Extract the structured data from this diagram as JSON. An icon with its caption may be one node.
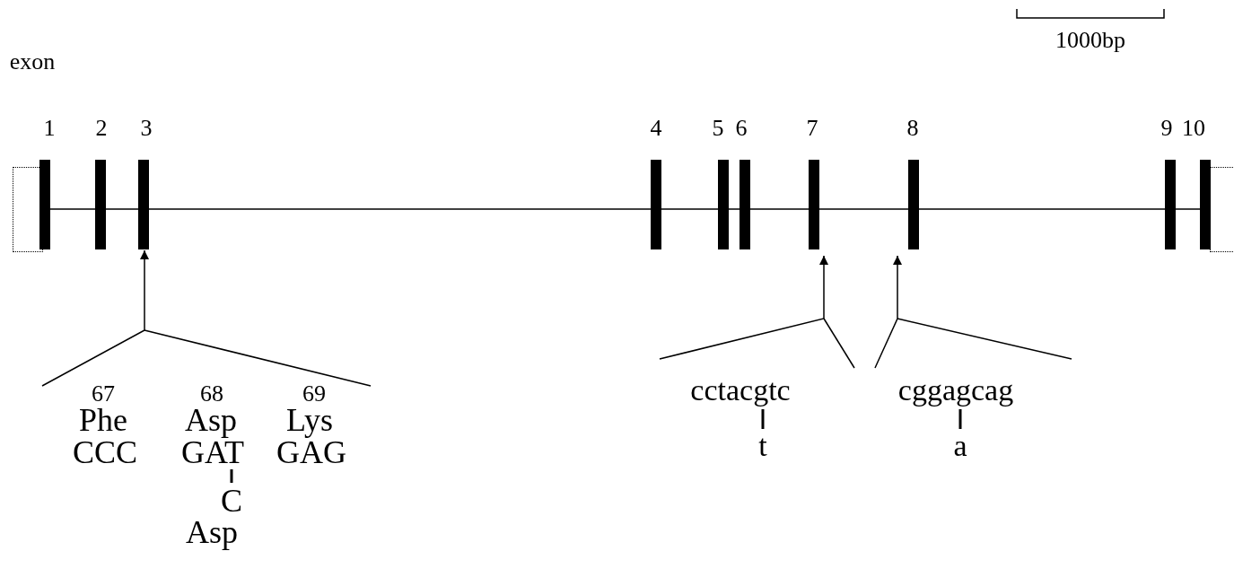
{
  "diagram": {
    "nodes": [
      {
        "text": [
          "1"
        ]
      },
      {
        "text": [
          "2"
        ]
      },
      {
        "text": [
          "3"
        ]
      },
      {
        "text": [
          "4"
        ]
      },
      {
        "text": [
          "5"
        ]
      },
      {
        "text": [
          "6"
        ]
      },
      {
        "text": [
          "7"
        ]
      },
      {
        "text": [
          "8"
        ]
      },
      {
        "text": [
          "9"
        ]
      },
      {
        "text": [
          "10"
        ]
      },
      {
        "text": [
          "67",
          "68",
          "69",
          "Phe",
          "Asp",
          "Lys",
          "CCC",
          "GAT",
          "GAG",
          "C",
          "Asp"
        ]
      },
      {
        "text": [
          "cctacgtc",
          "t"
        ]
      },
      {
        "text": [
          "cggagcag",
          "a"
        ]
      }
    ],
    "edges": [
      {
        "from": 0,
        "to": 1,
        "arrow": "none"
      },
      {
        "from": 1,
        "to": 2,
        "arrow": "none"
      },
      {
        "from": 2,
        "to": 3,
        "arrow": "none"
      },
      {
        "from": 3,
        "to": 4,
        "arrow": "none"
      },
      {
        "from": 4,
        "to": 5,
        "arrow": "none"
      },
      {
        "from": 5,
        "to": 6,
        "arrow": "none"
      },
      {
        "from": 6,
        "to": 7,
        "arrow": "none"
      },
      {
        "from": 7,
        "to": 8,
        "arrow": "none"
      },
      {
        "from": 8,
        "to": 9,
        "arrow": "none"
      },
      {
        "from": 10,
        "to": 2,
        "arrow": "to"
      },
      {
        "from": 11,
        "to": 6,
        "arrow": "to"
      },
      {
        "from": 12,
        "to": 7,
        "arrow": "to"
      }
    ],
    "labels": [
      "1000bp",
      "exon"
    ]
  }
}
